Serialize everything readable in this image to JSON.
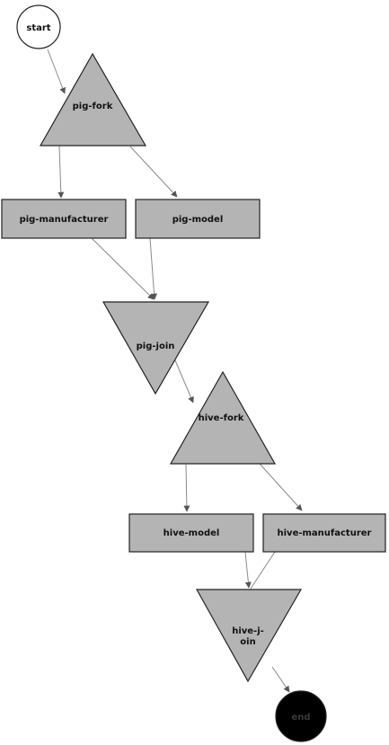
{
  "diagram": {
    "nodes": {
      "start": {
        "label": "start"
      },
      "pig_fork": {
        "label": "pig-fork"
      },
      "pig_manufacturer": {
        "label": "pig-manufacturer"
      },
      "pig_model": {
        "label": "pig-model"
      },
      "pig_join": {
        "label": "pig-join"
      },
      "hive_fork": {
        "label": "hive-fork"
      },
      "hive_model": {
        "label": "hive-model"
      },
      "hive_manufacturer": {
        "label": "hive-manufacturer"
      },
      "hive_join": {
        "label_line1": "hive-j-",
        "label_line2": "oin"
      },
      "end": {
        "label": "end"
      }
    },
    "edges": [
      {
        "from": "start",
        "to": "pig-fork"
      },
      {
        "from": "pig-fork",
        "to": "pig-manufacturer"
      },
      {
        "from": "pig-fork",
        "to": "pig-model"
      },
      {
        "from": "pig-manufacturer",
        "to": "pig-join"
      },
      {
        "from": "pig-model",
        "to": "pig-join"
      },
      {
        "from": "pig-join",
        "to": "hive-fork"
      },
      {
        "from": "hive-fork",
        "to": "hive-model"
      },
      {
        "from": "hive-fork",
        "to": "hive-manufacturer"
      },
      {
        "from": "hive-model",
        "to": "hive-j-oin"
      },
      {
        "from": "hive-manufacturer",
        "to": "hive-j-oin"
      },
      {
        "from": "hive-j-oin",
        "to": "end"
      }
    ],
    "colors": {
      "node_fill": "#b4b4b4",
      "start_fill": "#ffffff",
      "end_fill": "#000000",
      "edge": "#8a8a8a"
    }
  }
}
